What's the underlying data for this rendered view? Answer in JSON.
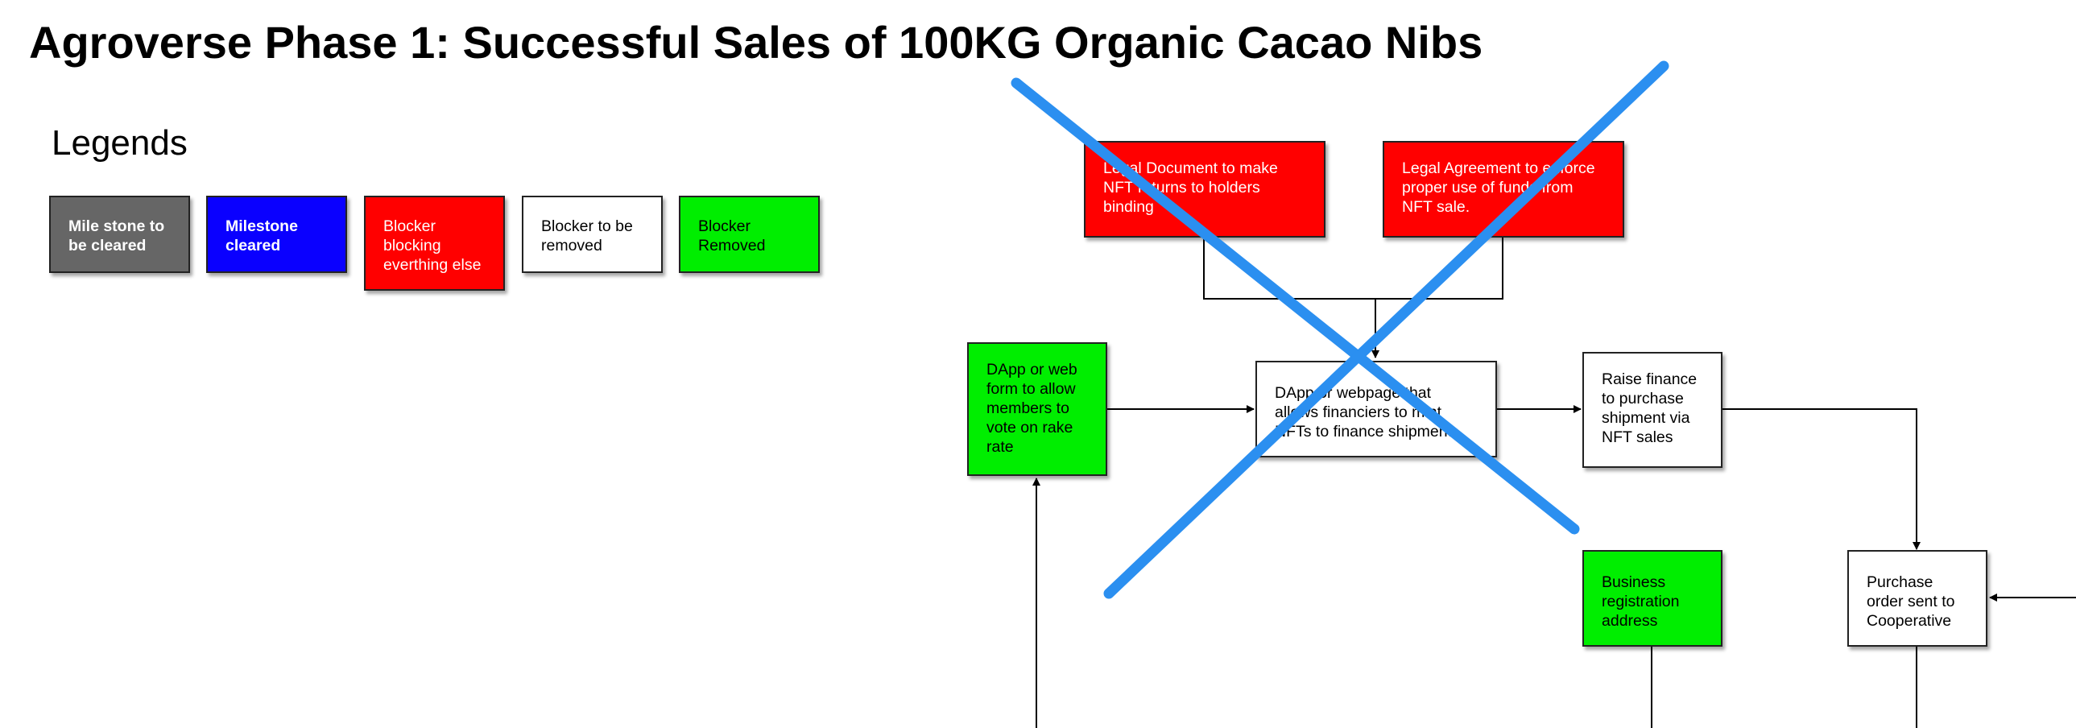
{
  "title": "Agroverse Phase 1: Successful Sales of 100KG Organic Cacao Nibs",
  "legends": {
    "heading": "Legends",
    "items": [
      {
        "label": "Mile stone to\nbe cleared",
        "color": "#666666"
      },
      {
        "label": "Milestone\ncleared",
        "color": "#0a00ff"
      },
      {
        "label": "Blocker\nblocking\neverthing else",
        "color": "#ff0000"
      },
      {
        "label": "Blocker to be\nremoved",
        "color": "#ffffff"
      },
      {
        "label": "Blocker\nRemoved",
        "color": "#00ee00"
      }
    ]
  },
  "nodes": {
    "legal_document": "Legal Document to make\nNFT returns to holders\nbinding",
    "legal_agreement": "Legal Agreement to enforce\nproper use of funds from\nNFT sale.",
    "dapp_vote": "DApp or web\nform to allow\nmembers to\nvote on rake\nrate",
    "dapp_finance": "DApp or webpage that\nallows financiers to mint\nNFTs to finance shipment",
    "raise_finance": "Raise finance\nto  purchase\nshipment via\nNFT sales",
    "business_registration": "Business\nregistration\naddress",
    "purchase_order": "Purchase\norder sent to\nCooperative"
  },
  "colors": {
    "cross_out": "#2b8ff0",
    "connector": "#000000"
  }
}
